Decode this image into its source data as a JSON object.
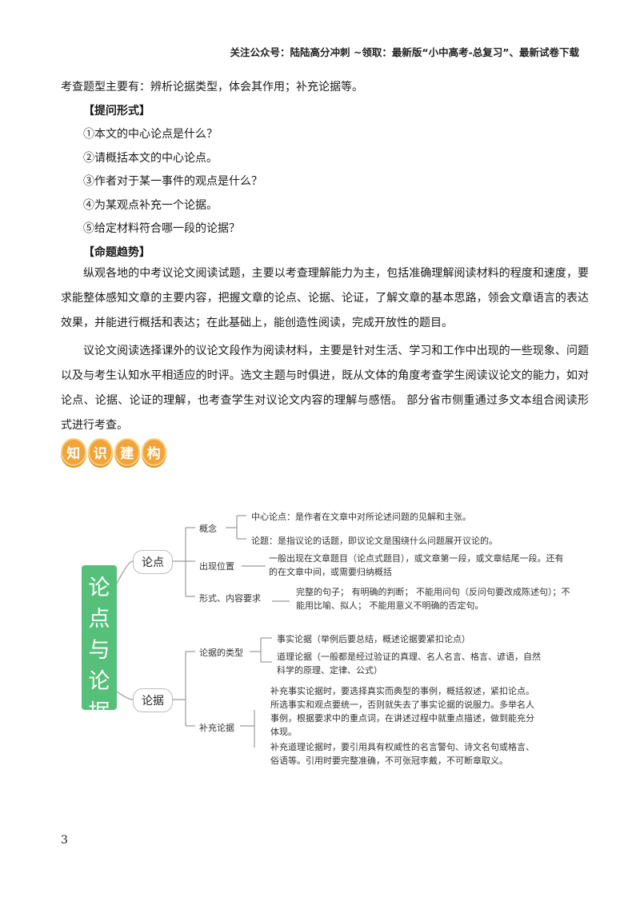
{
  "header": "关注公众号：陆陆高分冲刺 ~领取：最新版“小中高考-总复习”、最新试卷下载",
  "intro_line": "考查题型主要有：辨析论据类型，体会其作用；补充论据等。",
  "question_form": {
    "title": "【提问形式】",
    "items": [
      "①本文的中心论点是什么？",
      "②请概括本文的中心论点。",
      "③作者对于某一事件的观点是什么？",
      "④为某观点补充一个论据。",
      "⑤给定材料符合哪一段的论据？"
    ]
  },
  "trend": {
    "title": "【命题趋势】",
    "p1": "纵观各地的中考议论文阅读试题，主要以考查理解能力为主，包括准确理解阅读材料的程度和速度，要求能整体感知文章的主要内容，把握文章的论点、论据、论证，了解文章的基本思路，领会文章语言的表达效果，并能进行概括和表达；在此基础上，能创造性阅读，完成开放性的题目。",
    "p2": "议论文阅读选择课外的议论文段作为阅读材料，主要是针对生活、学习和工作中出现的一些现象、问题以及与考生认知水平相适应的时评。选文主题与时俱进，既从文体的角度考查学生阅读议论文的能力，如对论点、论据、论证的理解，也考查学生对议论文内容的理解与感悟。 部分省市侧重通过多文本组合阅读形式进行考查。"
  },
  "badge_chars": [
    "知",
    "识",
    "建",
    "构"
  ],
  "mindmap": {
    "root_chars": [
      "论",
      "点",
      "与",
      "论",
      "据"
    ],
    "lundian": {
      "label": "论点",
      "concept": "概念",
      "concept_center": "中心论点：是作者在文章中对所论述问题的见解和主张。",
      "concept_topic": "论题：是指议论的话题，即议论文是围绕什么问题展开议论的。",
      "position": "出现位置",
      "position_text": "一般出现在文章题目（论点式题目），或文章第一段，或文章结尾一段。还有的在文章中间，或需要归纳概括",
      "form": "形式、内容要求",
      "form_text": "完整的句子； 有明确的判断； 不能用问句（反问句要改成陈述句）；不能用比喻、拟人； 不能用意义不明确的否定句。"
    },
    "lunju": {
      "label": "论据",
      "types": "论据的类型",
      "fact": "事实论据（举例后要总结，概述论据要紧扣论点）",
      "reason": "道理论据（一般都是经过验证的真理、名人名言、格言、谚语，自然科学的原理、定律、公式）",
      "supplement": "补充论据",
      "supp_fact": "补充事实论据时，要选择真实而典型的事例，概括叙述，紧扣论点。所选事实和观点要统一，否则就失去了事实论据的说服力。多举名人事例，根据要求中的重点词，在讲述过程中就重点描述，做到能充分体现。",
      "supp_reason": "补充道理论据时，要引用具有权威性的名言警句、诗文名句或格言、俗语等。引用时要完整准确，不可张冠李戴，不可断章取义。"
    }
  },
  "page_number": "3"
}
